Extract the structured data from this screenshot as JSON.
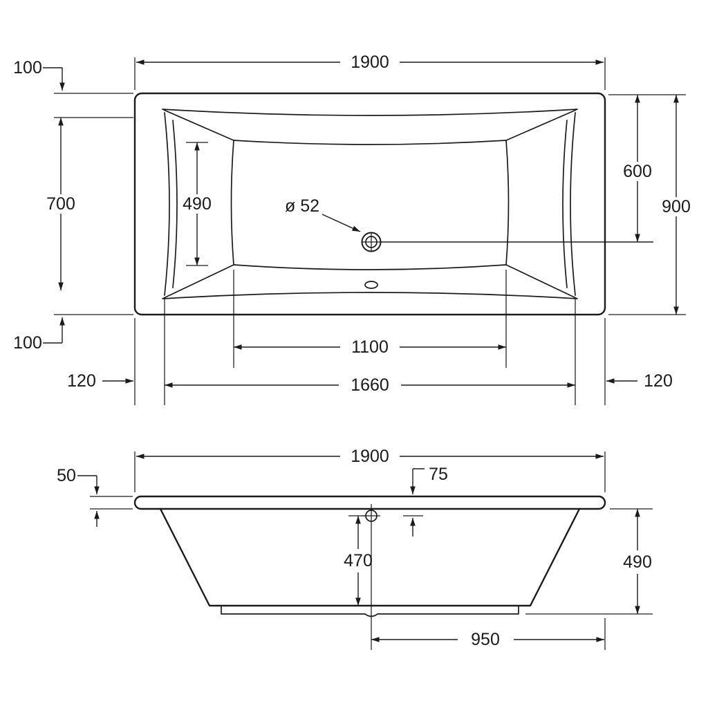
{
  "drawing": {
    "title": "bathtub-technical-drawing",
    "line_color": "#1a1a1a",
    "background": "#ffffff"
  },
  "top_view": {
    "length_overall": "1900",
    "offset_top": "100",
    "width_inner": "700",
    "offset_bottom": "100",
    "basin_width": "490",
    "drain_diameter": "ø 52",
    "drain_from_top": "600",
    "width_overall": "900",
    "basin_length": "1100",
    "rim_inner_length": "1660",
    "rim_left": "120",
    "rim_right": "120"
  },
  "side_view": {
    "length_overall": "1900",
    "rim_height": "50",
    "drain_drop": "75",
    "depth_to_drain": "470",
    "height_overall": "490",
    "drain_to_end": "950"
  }
}
